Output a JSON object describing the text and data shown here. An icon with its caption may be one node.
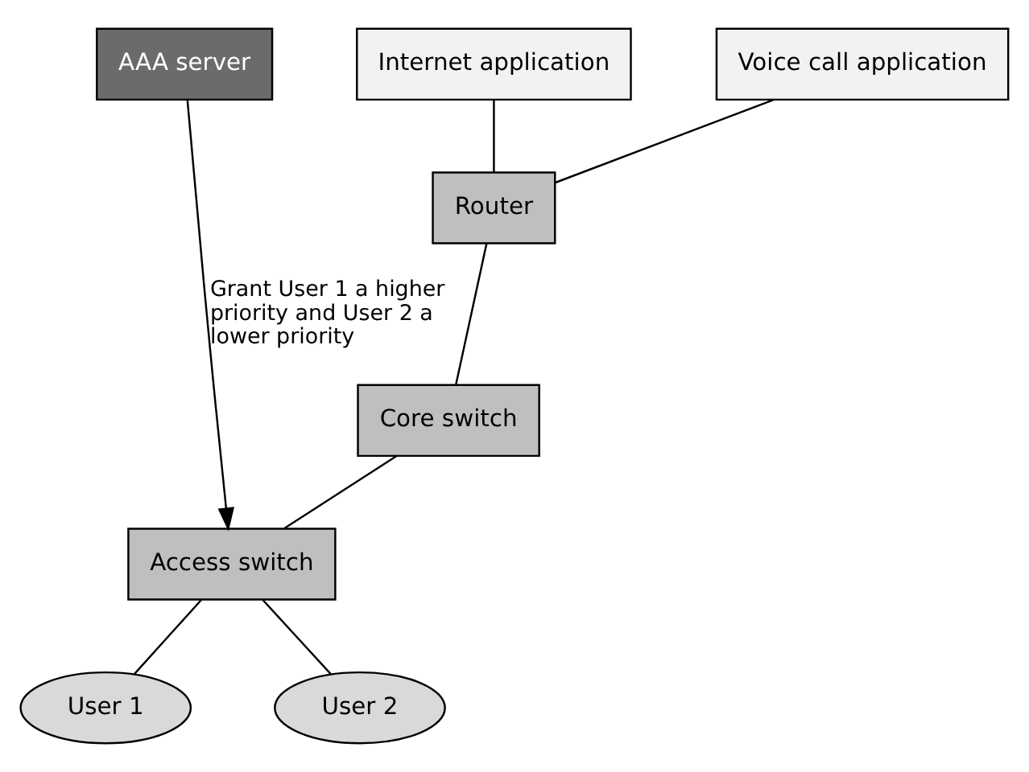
{
  "diagram": {
    "nodes": [
      {
        "text": [
          "AAA server"
        ]
      },
      {
        "text": [
          "Internet application"
        ]
      },
      {
        "text": [
          "Voice call application"
        ]
      },
      {
        "text": [
          "Router"
        ]
      },
      {
        "text": [
          "Core switch"
        ]
      },
      {
        "text": [
          "Access switch"
        ]
      },
      {
        "text": [
          "User 1"
        ]
      },
      {
        "text": [
          "User 2"
        ]
      }
    ],
    "edges": [
      {
        "from": 1,
        "to": 3,
        "arrow": "none"
      },
      {
        "from": 2,
        "to": 3,
        "arrow": "none"
      },
      {
        "from": 3,
        "to": 4,
        "arrow": "none"
      },
      {
        "from": 4,
        "to": 5,
        "arrow": "none"
      },
      {
        "from": 0,
        "to": 5,
        "arrow": "to",
        "label": "Grant User 1 a higher priority and User 2 a lower priority"
      },
      {
        "from": 5,
        "to": 6,
        "arrow": "none"
      },
      {
        "from": 5,
        "to": 7,
        "arrow": "none"
      }
    ]
  }
}
